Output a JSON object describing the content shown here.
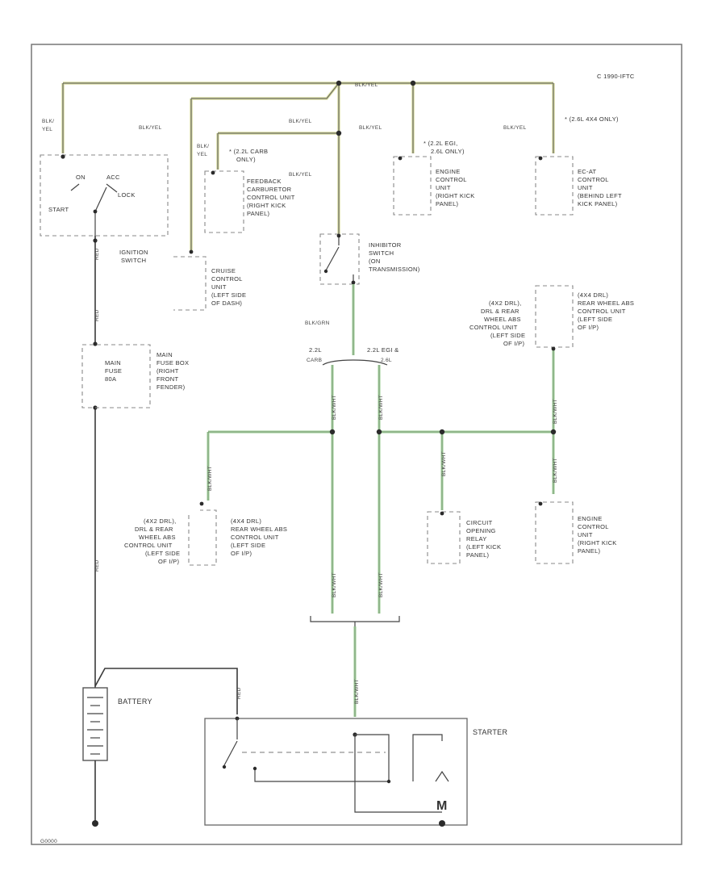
{
  "diagram": {
    "code": "C 1990-IFTC",
    "footer_code": "G0000",
    "wires": {
      "blk_yel": "BLK/YEL",
      "blk_yel_stack": [
        "BLK/",
        "YEL"
      ],
      "blk_grn": "BLK/GRN",
      "blk_wht": "BLK/WHT",
      "red": "RED",
      "red_vertical": "RED"
    },
    "notes": {
      "carb_22": [
        "* (2.2L CARB",
        "ONLY)"
      ],
      "efi_22_26": [
        "* (2.2L EGI,",
        "2.6L ONLY)"
      ],
      "only_26_4x4": [
        "* (2.6L 4X4 ONLY)"
      ],
      "split_carb": [
        "2.2L",
        "CARB"
      ],
      "split_egi": [
        "2.2L EGI &",
        "2.6L"
      ]
    },
    "components": {
      "ignition_switch": {
        "label": [
          "IGNITION",
          "SWITCH"
        ],
        "on": "ON",
        "acc": "ACC",
        "start": "START",
        "lock": "LOCK"
      },
      "feedback_carb": [
        "FEEDBACK",
        "CARBURETOR",
        "CONTROL UNIT",
        "(RIGHT KICK",
        "PANEL)"
      ],
      "ecm_right_kick": [
        "ENGINE",
        "CONTROL",
        "UNIT",
        "(RIGHT KICK",
        "PANEL)"
      ],
      "ecat": [
        "EC-AT",
        "CONTROL",
        "UNIT",
        "(BEHIND LEFT",
        "KICK PANEL)"
      ],
      "cruise": [
        "CRUISE",
        "CONTROL",
        "UNIT",
        "(LEFT SIDE",
        "OF DASH)"
      ],
      "inhibitor": [
        "INHIBITOR",
        "SWITCH",
        "(ON",
        "TRANSMISSION)"
      ],
      "main_fuse": [
        "MAIN",
        "FUSE",
        "80A"
      ],
      "main_fuse_box": [
        "MAIN",
        "FUSE BOX",
        "(RIGHT",
        "FRONT",
        "FENDER)"
      ],
      "abs_4x4_right": [
        "(4X4 DRL)",
        "REAR WHEEL ABS",
        "CONTROL UNIT",
        "(LEFT SIDE",
        "OF I/P)"
      ],
      "abs_drl_right": [
        "(4X2 DRL),",
        "DRL & REAR",
        "WHEEL ABS",
        "CONTROL UNIT",
        "(LEFT SIDE",
        "OF I/P)"
      ],
      "abs_drl_left": [
        "(4X2 DRL),",
        "DRL & REAR",
        "WHEEL ABS",
        "CONTROL UNIT",
        "(LEFT SIDE",
        "OF I/P)"
      ],
      "abs_4x4_left": [
        "(4X4 DRL)",
        "REAR WHEEL ABS",
        "CONTROL UNIT",
        "(LEFT SIDE",
        "OF I/P)"
      ],
      "circuit_opening": [
        "CIRCUIT",
        "OPENING",
        "RELAY",
        "(LEFT KICK",
        "PANEL)"
      ],
      "ecm_lower": [
        "ENGINE",
        "CONTROL",
        "UNIT",
        "(RIGHT KICK",
        "PANEL)"
      ],
      "battery": "BATTERY",
      "starter": "STARTER"
    }
  }
}
